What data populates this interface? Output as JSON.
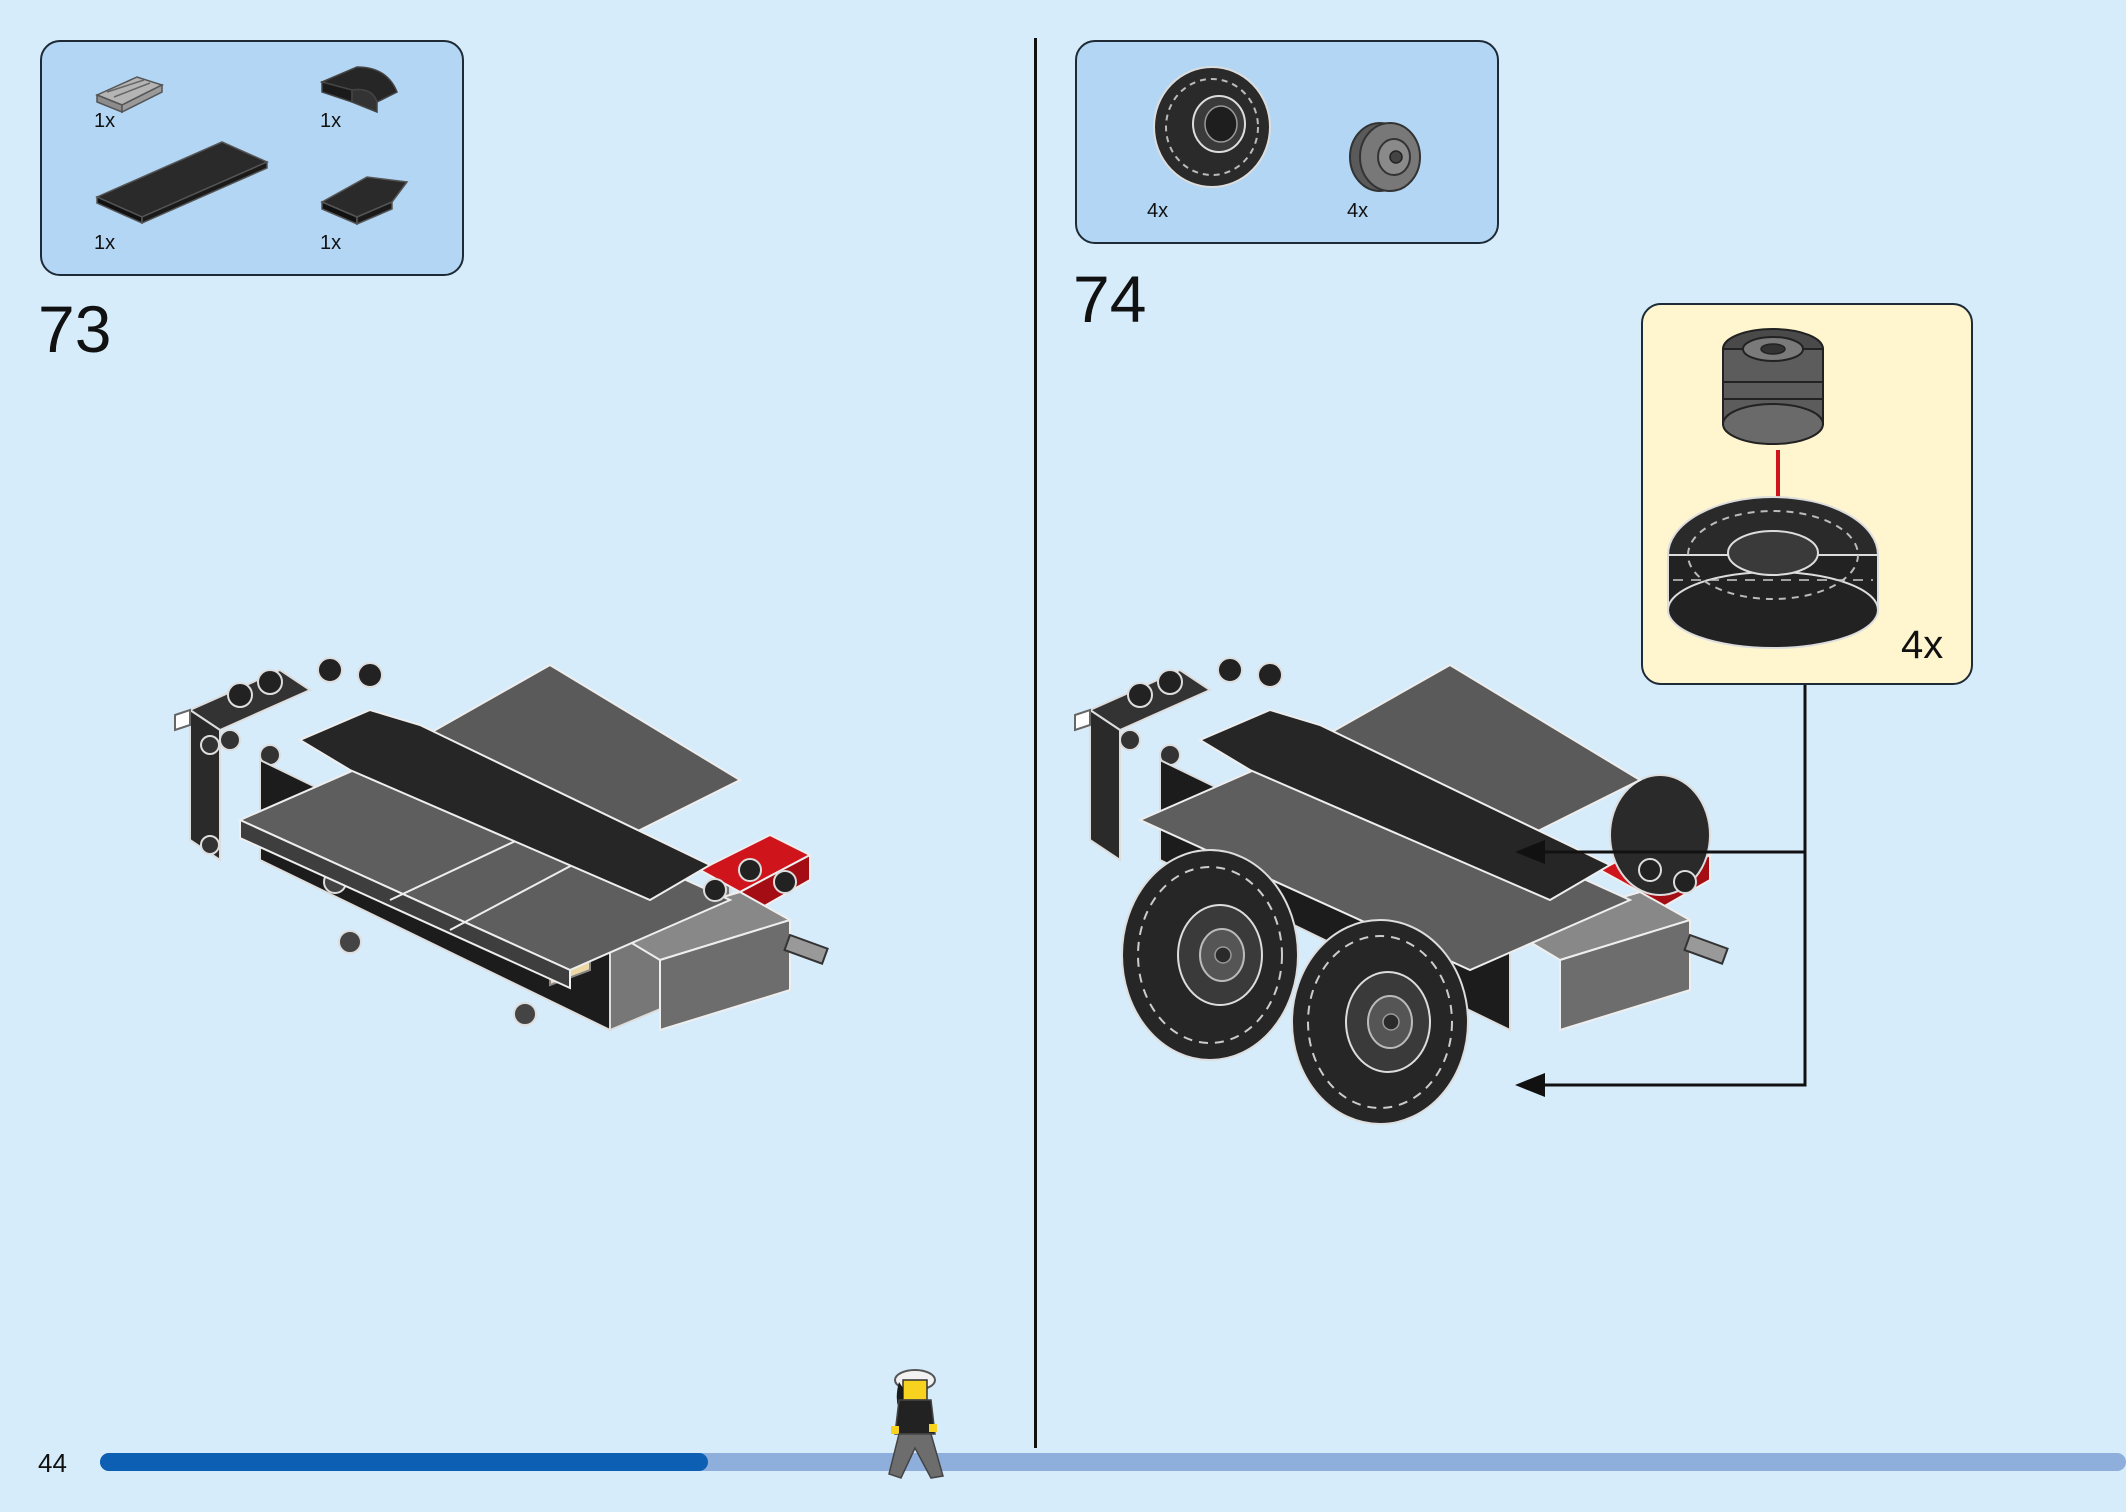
{
  "page": {
    "number": "44",
    "progress": 0.3
  },
  "steps": [
    {
      "number": "73",
      "parts": [
        {
          "qty": "1x",
          "icon": "grille-tile-icon",
          "color": "#a0a0a0"
        },
        {
          "qty": "1x",
          "icon": "curved-slope-icon",
          "color": "#1f1f1f"
        },
        {
          "qty": "1x",
          "icon": "long-tile-icon",
          "color": "#1f1f1f"
        },
        {
          "qty": "1x",
          "icon": "wedge-tile-icon",
          "color": "#1f1f1f"
        }
      ]
    },
    {
      "number": "74",
      "parts": [
        {
          "qty": "4x",
          "icon": "tire-icon",
          "color": "#1f1f1f"
        },
        {
          "qty": "4x",
          "icon": "rim-icon",
          "color": "#6c6c6c"
        }
      ],
      "callout": {
        "qty": "4x"
      }
    }
  ],
  "colors": {
    "background": "#d6ecfa",
    "parts_box": "#b2d6f3",
    "callout": "#fff6cf",
    "progress_done": "#0c5fb2",
    "progress_todo": "#8eaedc",
    "accent_red": "#d0141c"
  }
}
